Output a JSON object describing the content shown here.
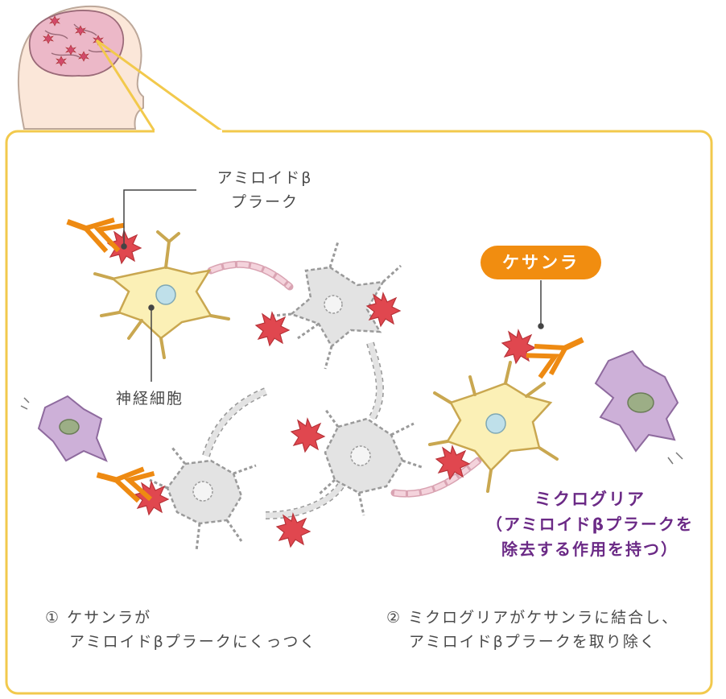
{
  "labels": {
    "plaque": [
      "アミロイドβ",
      "プラーク"
    ],
    "neuron": "神経細胞",
    "drug": "ケサンラ",
    "microglia_title": "ミクログリア",
    "microglia_desc": [
      "（アミロイドβプラークを",
      "除去する作用を持つ）"
    ],
    "step1": [
      "① ケサンラが",
      "アミロイドβプラークにくっつく"
    ],
    "step2": [
      "② ミクログリアがケサンラに結合し、",
      "アミロイドβプラークを取り除く"
    ]
  },
  "colors": {
    "panel_border": "#f2c94c",
    "antibody": "#ee8a12",
    "plaque": "#e0474f",
    "neuron_active": "#fbf0b6",
    "neuron_inactive": "#e3e3e3",
    "nucleus": "#bfe0ea",
    "microglia": "#cdb0d8",
    "microglia_nucleus": "#9cae86",
    "brain": "#ecb8c8",
    "head": "#fbe7d9",
    "drug_pill": "#f18d10",
    "accent_purple": "#6b2a86"
  },
  "icons": [
    "head-brain-icon",
    "antibody-icon",
    "amyloid-plaque-icon",
    "neuron-icon",
    "microglia-icon"
  ]
}
